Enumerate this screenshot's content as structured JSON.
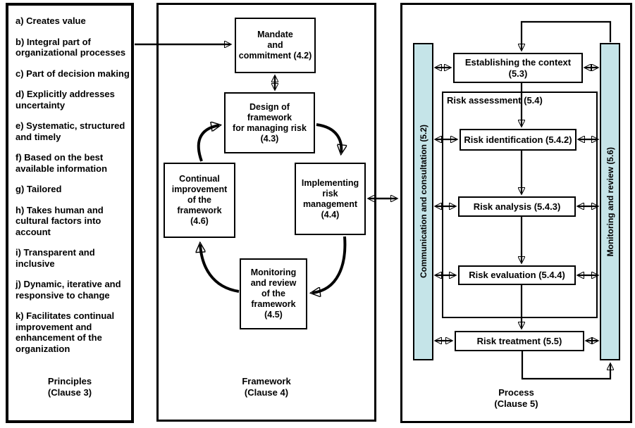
{
  "colors": {
    "bar_fill": "#c5e4e8",
    "line": "#000000",
    "background": "#ffffff"
  },
  "principles": {
    "items": [
      "a) Creates value",
      "b) Integral part of\norganizational processes",
      "c) Part of decision making",
      "d) Explicitly addresses\nuncertainty",
      "e) Systematic, structured\nand timely",
      "f) Based on the best\navailable information",
      "g) Tailored",
      "h) Takes human and\ncultural factors into\naccount",
      "i) Transparent and inclusive",
      "j) Dynamic, iterative and\nresponsive to change",
      "k) Facilitates continual\nimprovement and\nenhancement of the\norganization"
    ],
    "label": "Principles\n(Clause 3)"
  },
  "framework": {
    "mandate": "Mandate\nand\ncommitment (4.2)",
    "design": "Design of\nframework\nfor managing risk\n(4.3)",
    "continual_improvement": "Continual\nimprovement\nof the\nframework\n(4.6)",
    "implementing": "Implementing\nrisk\nmanagement\n(4.4)",
    "monitoring_review": "Monitoring\nand review\nof the\nframework\n(4.5)",
    "label": "Framework\n(Clause 4)"
  },
  "process": {
    "communication_bar": "Communication and consultation (5.2)",
    "monitoring_bar": "Monitoring and review (5.6)",
    "establishing": "Establishing the context\n(5.3)",
    "assessment_label": "Risk  assessment (5.4)",
    "identification": "Risk identification (5.4.2)",
    "analysis": "Risk analysis (5.4.3)",
    "evaluation": "Risk evaluation (5.4.4)",
    "treatment": "Risk treatment (5.5)",
    "label": "Process\n(Clause 5)"
  }
}
